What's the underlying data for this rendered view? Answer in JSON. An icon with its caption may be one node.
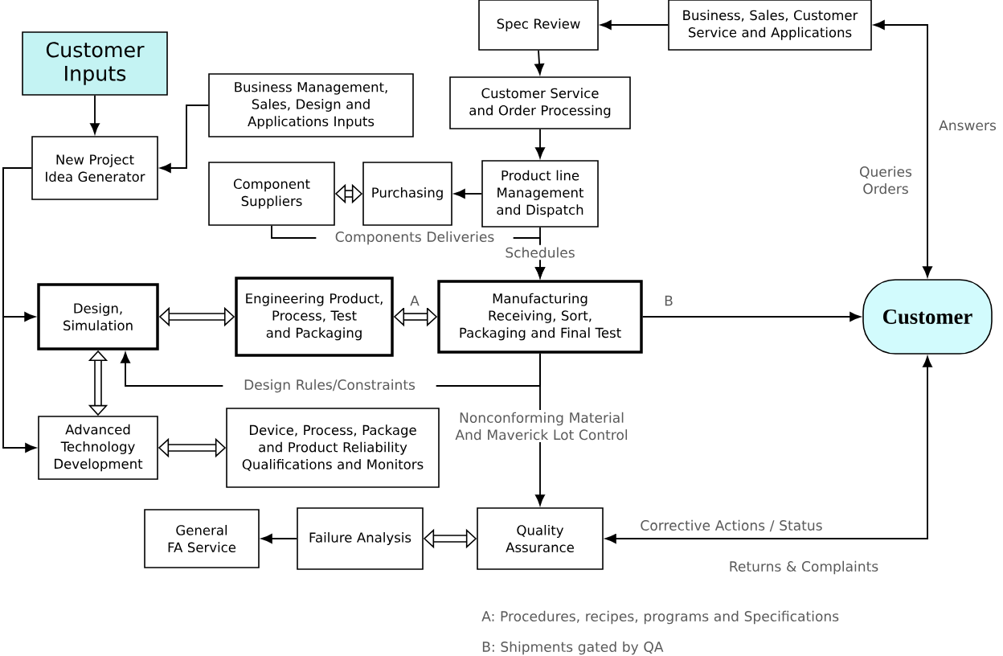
{
  "diagram": {
    "nodes": [
      {
        "text": [
          "Customer Inputs"
        ]
      },
      {
        "text": [
          "New Project Idea Generator"
        ]
      },
      {
        "text": [
          "Business Management, Sales, Design and Applications Inputs"
        ]
      },
      {
        "text": [
          "Spec Review"
        ]
      },
      {
        "text": [
          "Business, Sales, Customer Service and Applications"
        ]
      },
      {
        "text": [
          "Customer Service and Order Processing"
        ]
      },
      {
        "text": [
          "Component Suppliers"
        ]
      },
      {
        "text": [
          "Purchasing"
        ]
      },
      {
        "text": [
          "Product line Management and Dispatch"
        ]
      },
      {
        "text": [
          "Design, Simulation"
        ]
      },
      {
        "text": [
          "Engineering Product, Process, Test and Packaging"
        ]
      },
      {
        "text": [
          "Manufacturing Receiving, Sort, Packaging and Final Test"
        ]
      },
      {
        "text": [
          "Customer"
        ]
      },
      {
        "text": [
          "Advanced Technology Development"
        ]
      },
      {
        "text": [
          "Device, Process, Package and Product Reliability Qualifications and Monitors"
        ]
      },
      {
        "text": [
          "General FA Service"
        ]
      },
      {
        "text": [
          "Failure Analysis"
        ]
      },
      {
        "text": [
          "Quality Assurance"
        ]
      }
    ],
    "edges": [
      {
        "from": 0,
        "to": 1,
        "arrow": "to"
      },
      {
        "from": 2,
        "to": 1,
        "arrow": "to"
      },
      {
        "from": 4,
        "to": 3,
        "arrow": "to"
      },
      {
        "from": 3,
        "to": 5,
        "arrow": "to"
      },
      {
        "from": 5,
        "to": 8,
        "arrow": "to"
      },
      {
        "from": 8,
        "to": 7,
        "arrow": "to"
      },
      {
        "from": 6,
        "to": 7,
        "arrow": "both",
        "style": "thick"
      },
      {
        "from": 12,
        "to": 4,
        "arrow": "both",
        "label": "Queries Orders"
      },
      {
        "from": 8,
        "to": 11,
        "arrow": "to",
        "label": "Schedules"
      },
      {
        "from": 6,
        "to": 11,
        "arrow": "to",
        "label": "Components Deliveries"
      },
      {
        "from": 1,
        "to": 9,
        "arrow": "to"
      },
      {
        "from": 1,
        "to": 13,
        "arrow": "to"
      },
      {
        "from": 9,
        "to": 10,
        "arrow": "both",
        "style": "thick"
      },
      {
        "from": 10,
        "to": 11,
        "arrow": "both",
        "style": "thick",
        "label": "A"
      },
      {
        "from": 11,
        "to": 12,
        "arrow": "to",
        "label": "B"
      },
      {
        "from": 11,
        "to": 9,
        "arrow": "to",
        "label": "Design Rules/Constraints"
      },
      {
        "from": 9,
        "to": 13,
        "arrow": "both",
        "style": "thick"
      },
      {
        "from": 13,
        "to": 14,
        "arrow": "both",
        "style": "thick"
      },
      {
        "from": 11,
        "to": 17,
        "arrow": "to",
        "label": "Nonconforming Material And Maverick Lot Control"
      },
      {
        "from": 16,
        "to": 15,
        "arrow": "to"
      },
      {
        "from": 16,
        "to": 17,
        "arrow": "both",
        "style": "thick"
      },
      {
        "from": 12,
        "to": 17,
        "arrow": "both",
        "label": "Corrective Actions / Status"
      }
    ],
    "labels": [
      "Answers",
      "Returns & Complaints",
      "A: Procedures, recipes, programs and Specifications",
      "B: Shipments gated by QA"
    ]
  }
}
